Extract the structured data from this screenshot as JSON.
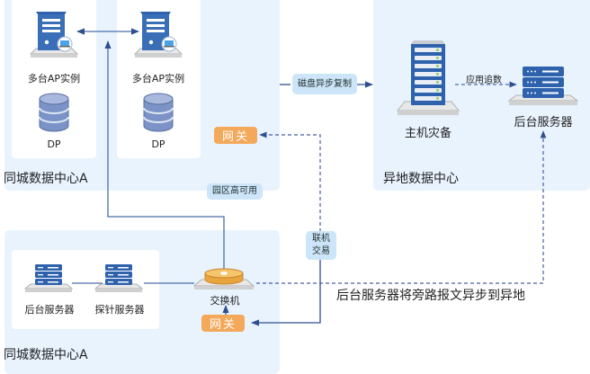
{
  "regions": {
    "city_a_top": {
      "title": "同城数据中心A"
    },
    "remote": {
      "title": "异地数据中心"
    },
    "city_a_bottom": {
      "title": "同城数据中心A"
    }
  },
  "nodes": {
    "ap1": {
      "label": "多台AP实例",
      "icon": "app-server-icon"
    },
    "dp1": {
      "label": "DP",
      "icon": "database-icon"
    },
    "ap2": {
      "label": "多台AP实例",
      "icon": "app-server-icon"
    },
    "dp2": {
      "label": "DP",
      "icon": "database-icon"
    },
    "host_dr": {
      "label": "主机灾备",
      "icon": "tower-server-icon"
    },
    "backend_remote": {
      "label": "后台服务器",
      "icon": "rack-server-icon"
    },
    "backend_local": {
      "label": "后台服务器",
      "icon": "rack-server-icon"
    },
    "probe": {
      "label": "探针服务器",
      "icon": "rack-server-icon"
    },
    "switch": {
      "label": "交换机",
      "icon": "switch-icon"
    }
  },
  "gateways": {
    "top": "网关",
    "bottom": "网关"
  },
  "tags": {
    "disk_replication": "磁盘异步复制",
    "app_catchup": "应用追数",
    "campus_ha": "园区高可用",
    "online_tx_line1": "联机",
    "online_tx_line2": "交易"
  },
  "notes": {
    "bypass": "后台服务器将旁路报文异步到异地"
  },
  "colors": {
    "region_bg": "#e9f3fe",
    "server_blue": "#2f62ad",
    "gateway_orange": "#f3a85a",
    "tag_bg": "#cde5f8",
    "line": "#2d4f8e"
  }
}
